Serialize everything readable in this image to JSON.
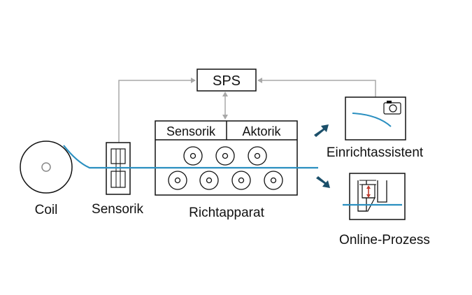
{
  "labels": {
    "sps": "SPS",
    "coil": "Coil",
    "sensorik_station": "Sensorik",
    "richtapparat": "Richtapparat",
    "richtapparat_sensorik": "Sensorik",
    "richtapparat_aktorik": "Aktorik",
    "einrichtassistent": "Einrichtassistent",
    "online_prozess": "Online-Prozess"
  },
  "colors": {
    "strip": "#2a8fc0",
    "arrow": "#1b4f6a",
    "connector": "#a8a8a8",
    "outline": "#111111",
    "indicator": "#c0392b"
  },
  "icons": {
    "camera": "camera-icon"
  }
}
